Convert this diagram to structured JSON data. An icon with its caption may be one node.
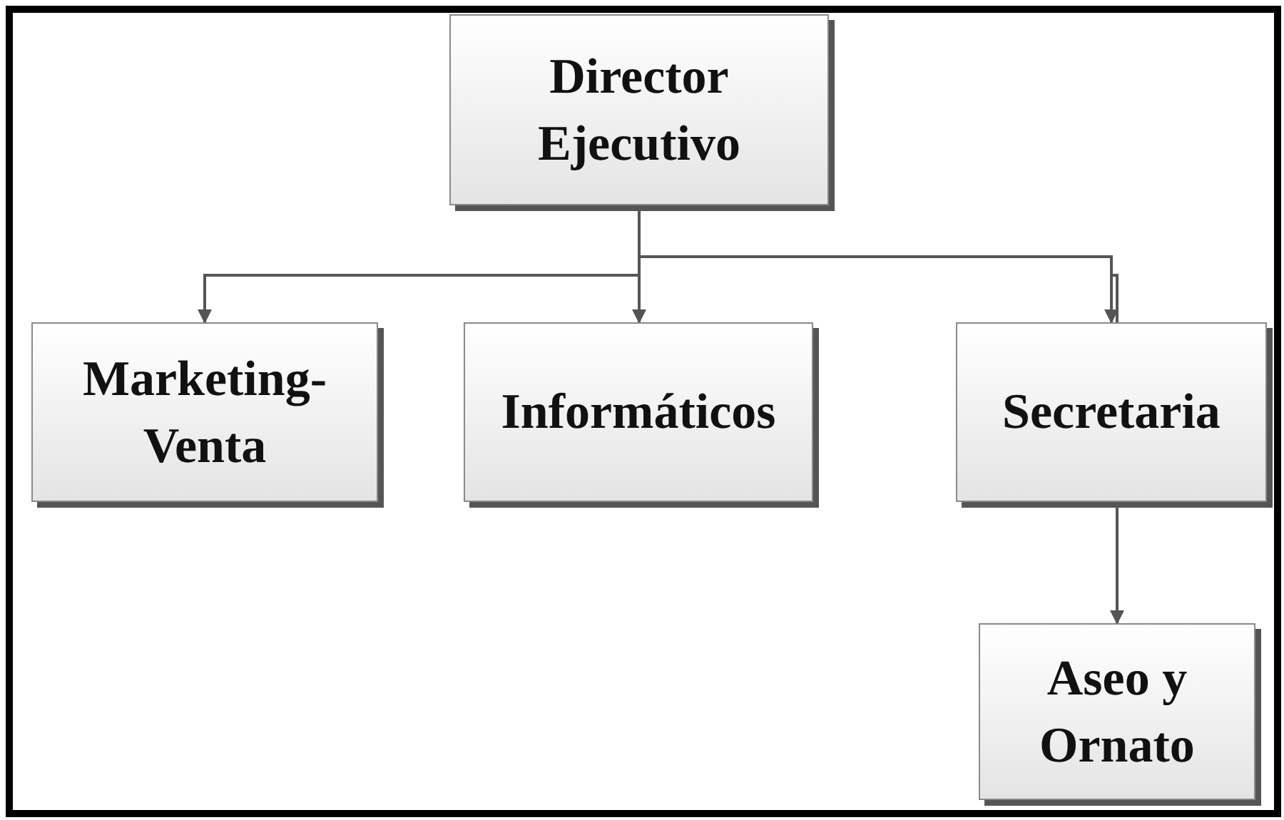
{
  "diagram": {
    "nodes": [
      {
        "text": [
          "Director Ejecutivo"
        ]
      },
      {
        "text": [
          "Marketing-Venta"
        ]
      },
      {
        "text": [
          "Informáticos"
        ]
      },
      {
        "text": [
          "Secretaria"
        ]
      },
      {
        "text": [
          "Aseo y Ornato"
        ]
      }
    ],
    "edges": [
      {
        "from": 0,
        "to": 1,
        "arrow": "to"
      },
      {
        "from": 0,
        "to": 2,
        "arrow": "to"
      },
      {
        "from": 0,
        "to": 3,
        "arrow": "to"
      },
      {
        "from": 3,
        "to": 4,
        "arrow": "to"
      }
    ]
  }
}
